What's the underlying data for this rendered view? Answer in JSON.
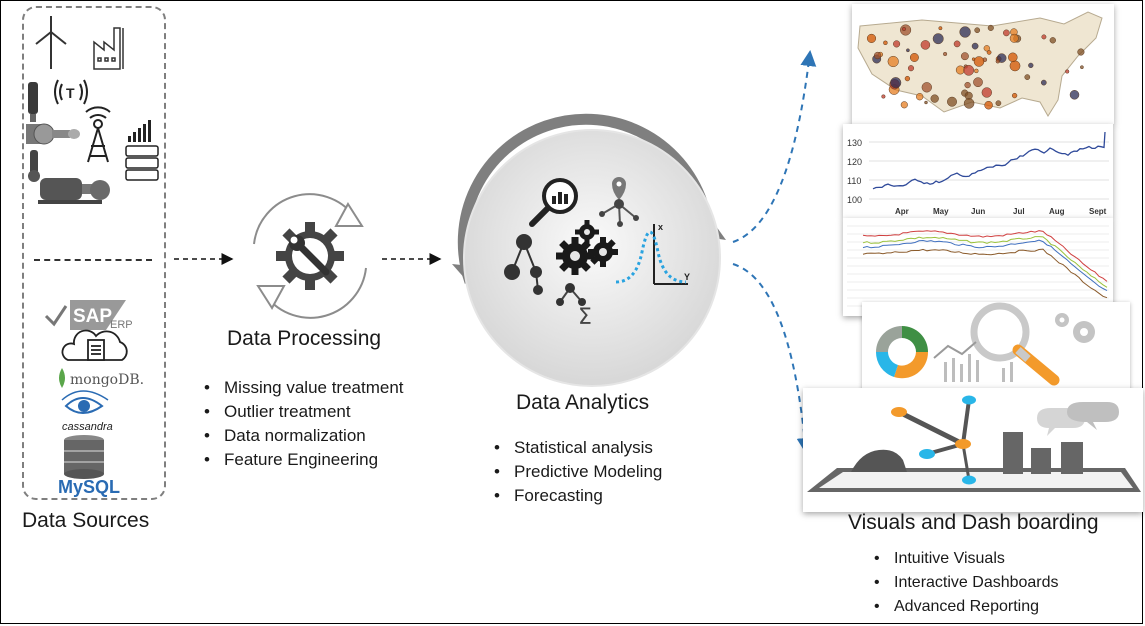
{
  "sources": {
    "title": "Data Sources",
    "logos": {
      "sap": "SAP",
      "erp": "ERP",
      "mongodb": "mongoDB.",
      "cassandra": "cassandra",
      "mysql": "MySQL"
    }
  },
  "processing": {
    "title": "Data Processing",
    "bullets": [
      "Missing value treatment",
      "Outlier treatment",
      "Data normalization",
      "Feature Engineering"
    ]
  },
  "analytics": {
    "title": "Data Analytics",
    "bullets": [
      "Statistical analysis",
      "Predictive Modeling",
      "Forecasting"
    ]
  },
  "visuals": {
    "title": "Visuals and Dash boarding",
    "bullets": [
      "Intuitive Visuals",
      "Interactive Dashboards",
      "Advanced Reporting"
    ],
    "line_chart": {
      "y_ticks": [
        "130",
        "120",
        "110",
        "100"
      ],
      "x_ticks": [
        "Apr",
        "May",
        "Jun",
        "Jul",
        "Aug",
        "Sept"
      ]
    }
  },
  "colors": {
    "arrow_blue": "#2e75b6",
    "cycle_gray": "#7f7f7f",
    "line_blue": "#2f4a9a",
    "orange": "#f39a2b",
    "cyan": "#29b6e8",
    "map_fill": "#efe6d2"
  }
}
